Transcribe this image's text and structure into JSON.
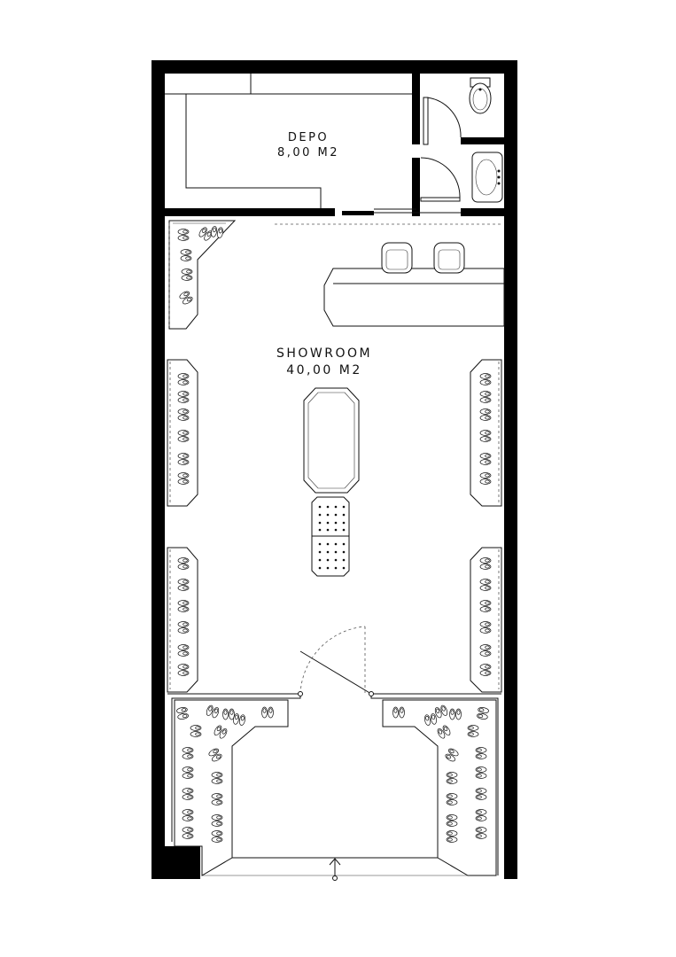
{
  "rooms": {
    "depo": {
      "name": "DEPO",
      "area": "8,00 M2"
    },
    "showroom": {
      "name": "SHOWROOM",
      "area": "40,00 M2"
    }
  },
  "colors": {
    "wall": "#000000",
    "line": "#111111",
    "background": "#ffffff"
  },
  "icons": [
    "toilet-icon",
    "sink-icon",
    "armchair-icon",
    "shoe-pair-icon",
    "door-swing-icon",
    "entrance-arrow-icon"
  ]
}
